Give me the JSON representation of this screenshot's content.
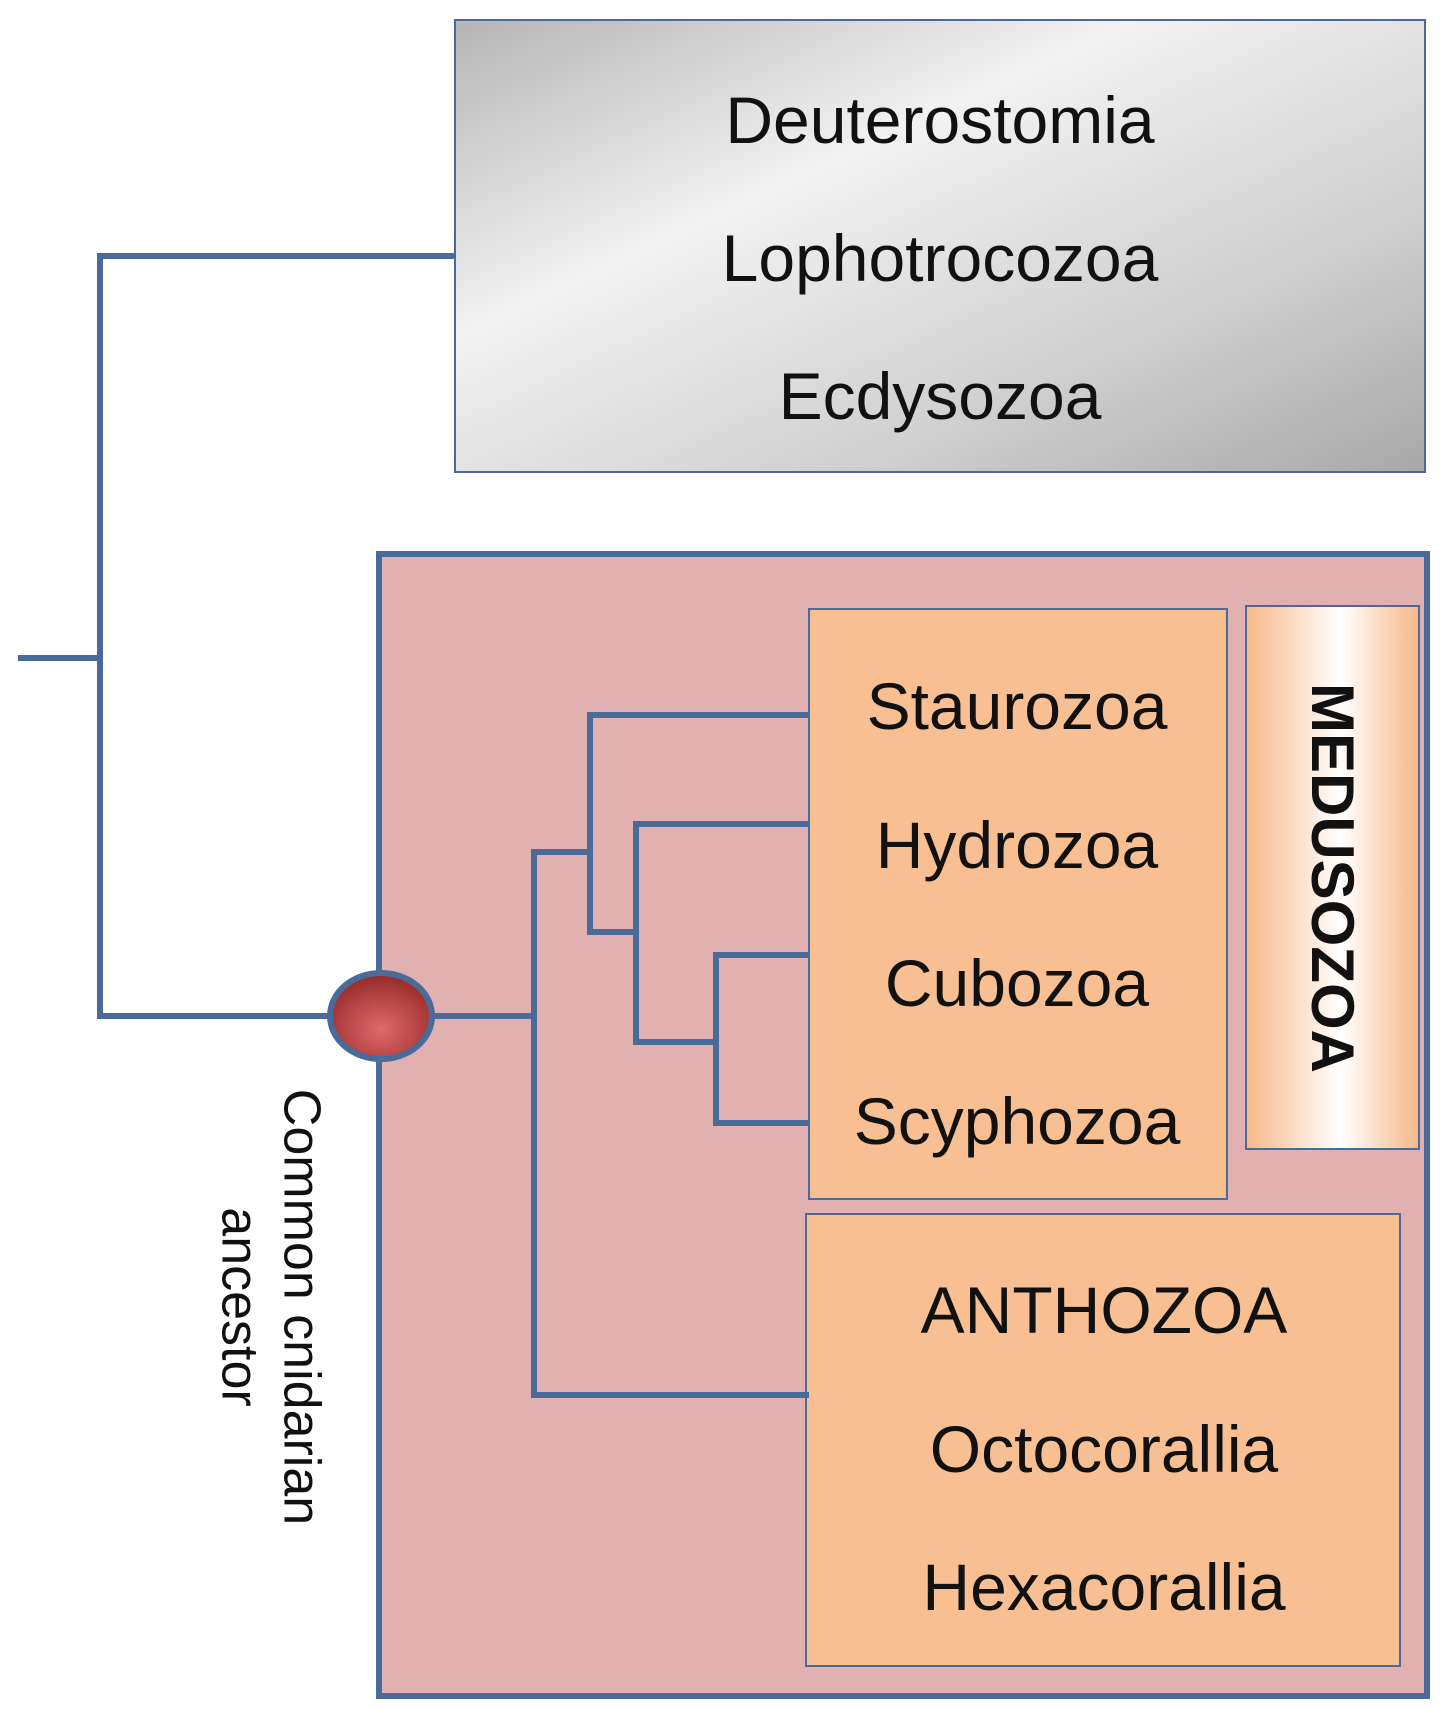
{
  "outgroup": {
    "taxa": [
      "Deuterostomia",
      "Lophotrocozoa",
      "Ecdysozoa"
    ],
    "fill_color": "#d8d8d8"
  },
  "cnidaria": {
    "fill_color": "#e1b0b0",
    "border_color": "#4a6b9a",
    "ancestor_label": "Common cnidarian\nancestor",
    "ancestor_color": "#b33a3a",
    "medusozoa": {
      "group_label": "MEDUSOZOA",
      "taxa": [
        "Staurozoa",
        "Hydrozoa",
        "Cubozoa",
        "Scyphozoa"
      ],
      "fill_color": "#f8c092"
    },
    "anthozoa": {
      "group_label": "ANTHOZOA",
      "taxa": [
        "Octocorallia",
        "Hexacorallia"
      ],
      "fill_color": "#f8c092"
    }
  },
  "line_color": "#4a6b9a"
}
